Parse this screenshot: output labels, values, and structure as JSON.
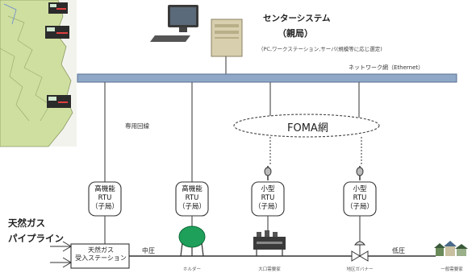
{
  "center_system": {
    "title": "センターシステム",
    "subtitle": "（親局）",
    "note": "（PC,ワークステーション,サーバ(規模等に応じ選定)"
  },
  "network": {
    "label": "ネットワーク網（Ethernet）"
  },
  "dedicated_line": {
    "label": "専用回線"
  },
  "foma": {
    "label": "FOMA網"
  },
  "rtus": [
    {
      "line1": "高機能",
      "line2": "RTU",
      "line3": "（子局）"
    },
    {
      "line1": "高機能",
      "line2": "RTU",
      "line3": "（子局）"
    },
    {
      "line1": "小型",
      "line2": "RTU",
      "line3": "（子局）"
    },
    {
      "line1": "小型",
      "line2": "RTU",
      "line3": "（子局）"
    }
  ],
  "pipeline": {
    "line1": "天然ガス",
    "line2": "パイプライン"
  },
  "station": {
    "line1": "天然ガス",
    "line2": "受入ステーション"
  },
  "pressure": {
    "medium": "中圧",
    "low": "低圧"
  },
  "devices": {
    "holder": "ホルダー",
    "large_customer": "大口需要家",
    "governor": "地区ガバナー",
    "general_customer": "一般需要家"
  },
  "colors": {
    "network_bar": "#8fa8c8",
    "holder": "#1fa05a",
    "line": "#555555"
  }
}
